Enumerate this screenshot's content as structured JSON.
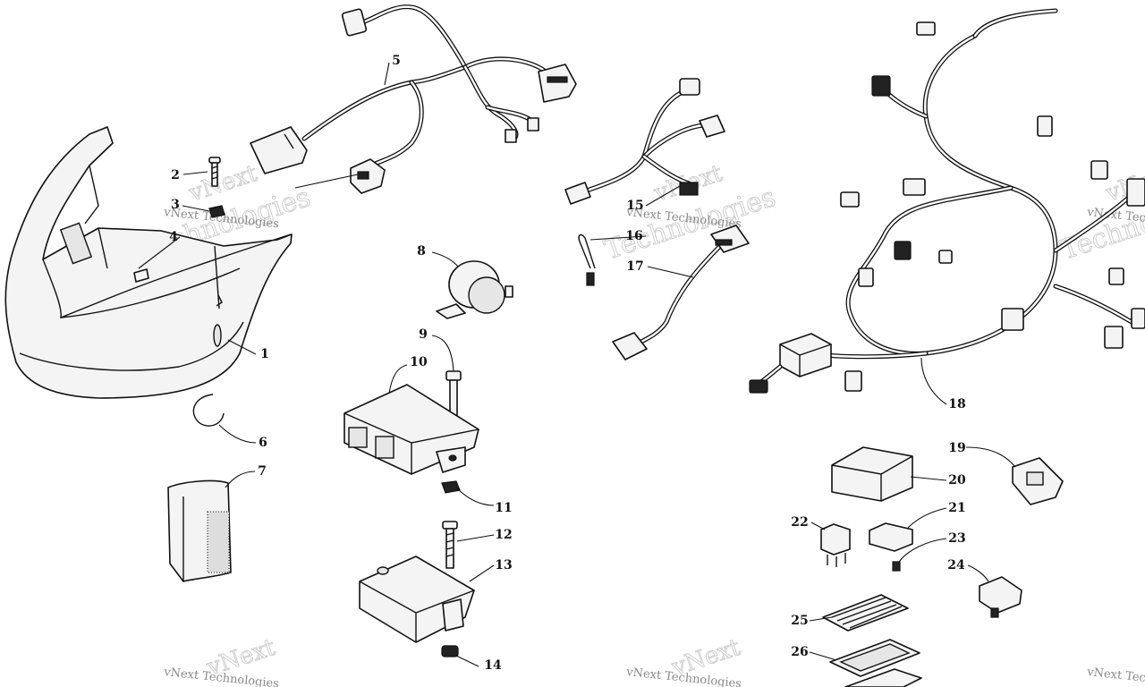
{
  "watermark": {
    "brand": "vNext",
    "line": "Technologies",
    "small": "vNext Technologies"
  },
  "callouts": [
    "1",
    "2",
    "3",
    "4",
    "5",
    "6",
    "7",
    "8",
    "9",
    "10",
    "11",
    "12",
    "13",
    "14",
    "15",
    "16",
    "17",
    "18",
    "19",
    "20",
    "21",
    "22",
    "23",
    "24",
    "25",
    "26"
  ]
}
